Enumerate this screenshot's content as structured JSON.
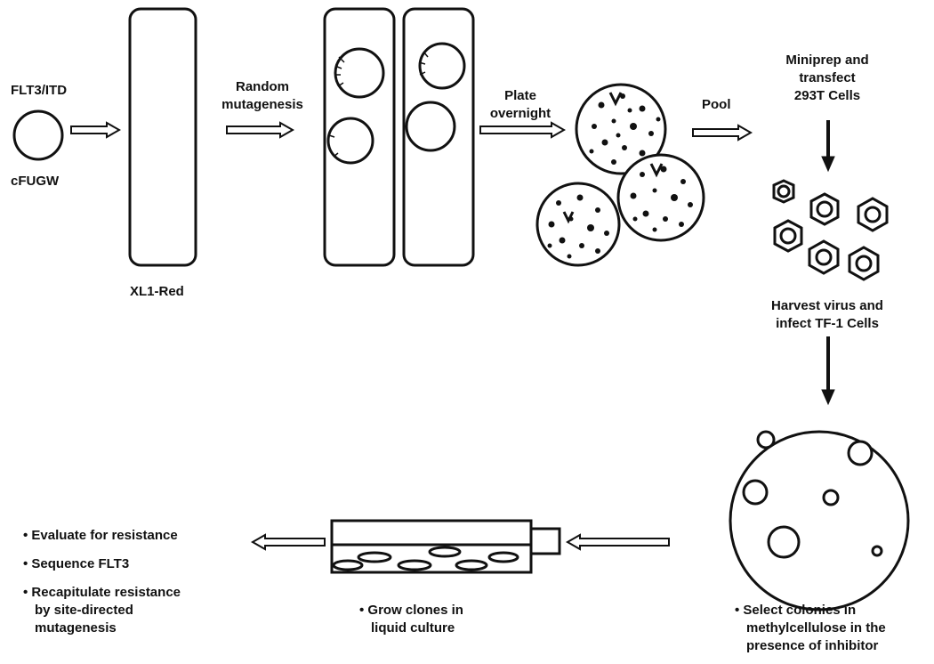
{
  "labels": {
    "plasmid_name": "FLT3/ITD",
    "vector_name": "cFUGW",
    "strain": "XL1-Red",
    "step_mutagenesis": [
      "Random",
      "mutagenesis"
    ],
    "step_plate": [
      "Plate",
      "overnight"
    ],
    "step_pool": "Pool",
    "step_transfect": [
      "Miniprep and",
      "transfect",
      "293T Cells"
    ],
    "step_infect": [
      "Harvest virus and",
      "infect TF-1 Cells"
    ],
    "step_select": [
      "Select colonies in",
      "methylcellulose in the",
      "presence of inhibitor"
    ],
    "step_grow": [
      "Grow clones in",
      "liquid culture"
    ],
    "final_steps": [
      [
        "Evaluate for resistance"
      ],
      [
        "Sequence FLT3"
      ],
      [
        "Recapitulate resistance",
        "by site-directed",
        "mutagenesis"
      ]
    ]
  },
  "colors": {
    "ink": "#111111",
    "paper": "#ffffff"
  }
}
